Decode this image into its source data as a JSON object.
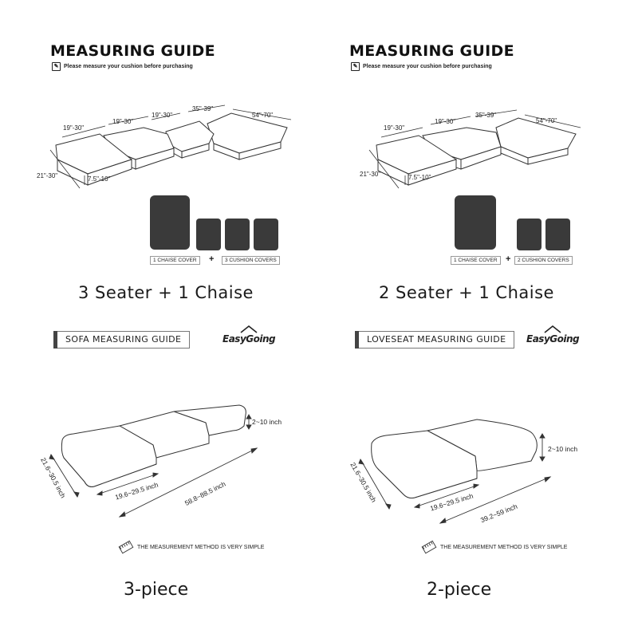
{
  "panels": {
    "left_top": {
      "guide_title": "MEASURING GUIDE",
      "guide_subtitle": "Please measure your cushion before purchasing",
      "dims": [
        "19\"-30\"",
        "19\"-30\"",
        "19\"-30\"",
        "35\"-39\"",
        "54\"-70\"",
        "21\"-30\"",
        "7.5\"-10\""
      ],
      "cover_left": "1 CHAISE COVER",
      "plus": "+",
      "cover_right": "3 CUSHION COVERS",
      "config_title": "3 Seater + 1 Chaise"
    },
    "right_top": {
      "guide_title": "MEASURING GUIDE",
      "guide_subtitle": "Please measure your cushion before purchasing",
      "dims": [
        "19\"-30\"",
        "19\"-30\"",
        "35\"-39\"",
        "54\"-70\"",
        "21\"-30\"",
        "7.5\"-10\""
      ],
      "cover_left": "1 CHAISE COVER",
      "plus": "+",
      "cover_right": "2 CUSHION COVERS",
      "config_title": "2 Seater + 1 Chaise"
    },
    "left_bottom": {
      "banner": "SOFA MEASURING GUIDE",
      "logo": "EasyGoing",
      "dims": {
        "height": "2~10 inch",
        "depth": "21.6~30.5 inch",
        "width": "19.6~29.5 inch",
        "total": "58.8~88.5 inch"
      },
      "note": "THE MEASUREMENT METHOD IS VERY SIMPLE",
      "piece_title": "3-piece"
    },
    "right_bottom": {
      "banner": "LOVESEAT MEASURING GUIDE",
      "logo": "EasyGoing",
      "dims": {
        "height": "2~10 inch",
        "depth": "21.6~30.5 inch",
        "width": "19.6~29.5 inch",
        "total": "39.2~59 inch"
      },
      "note": "THE MEASUREMENT METHOD IS VERY SIMPLE",
      "piece_title": "2-piece"
    }
  },
  "icons": {
    "pencil": "edit-note-icon",
    "ruler": "ruler-icon",
    "logo_house": "house-logo-icon"
  },
  "colors": {
    "cover_fill": "#3a3a3a",
    "line": "#333333"
  }
}
